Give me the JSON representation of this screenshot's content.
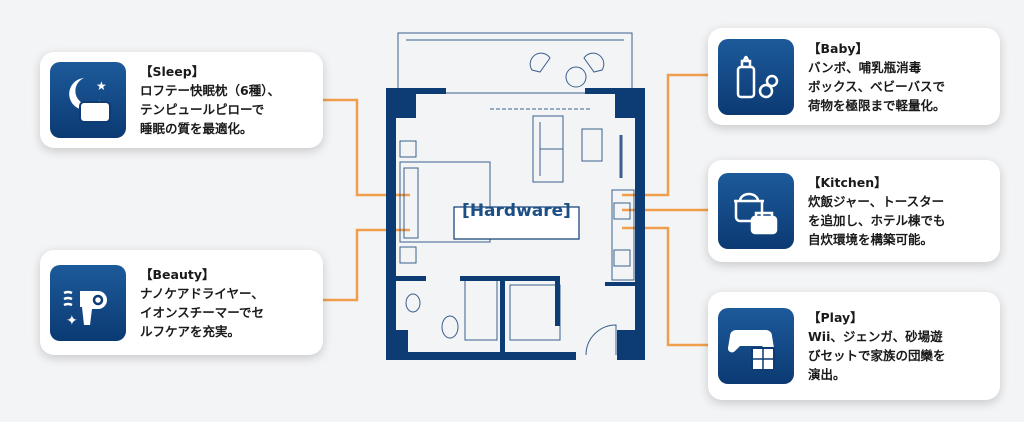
{
  "center_label": "[Hardware]",
  "cards": {
    "sleep": {
      "title": "【Sleep】",
      "lines": [
        "ロフテー快眠枕（6種）、",
        "テンピュールピローで",
        "睡眠の質を最適化。"
      ]
    },
    "beauty": {
      "title": "【Beauty】",
      "lines": [
        "ナノケアドライヤー、",
        "イオンスチーマーでセ",
        "ルフケアを充実。"
      ]
    },
    "baby": {
      "title": "【Baby】",
      "lines": [
        "バンボ、哺乳瓶消毒",
        "ボックス、ベビーバスで",
        "荷物を極限まで軽量化。"
      ]
    },
    "kitchen": {
      "title": "【Kitchen】",
      "lines": [
        "炊飯ジャー、トースター",
        "を追加し、ホテル棟でも",
        "自炊環境を構築可能。"
      ]
    },
    "play": {
      "title": "【Play】",
      "lines": [
        "Wii、ジェンガ、砂場遊",
        "びセットで家族の団欒を",
        "演出。"
      ]
    }
  },
  "colors": {
    "navy": "#0d3b73",
    "orange": "#f0953a"
  }
}
